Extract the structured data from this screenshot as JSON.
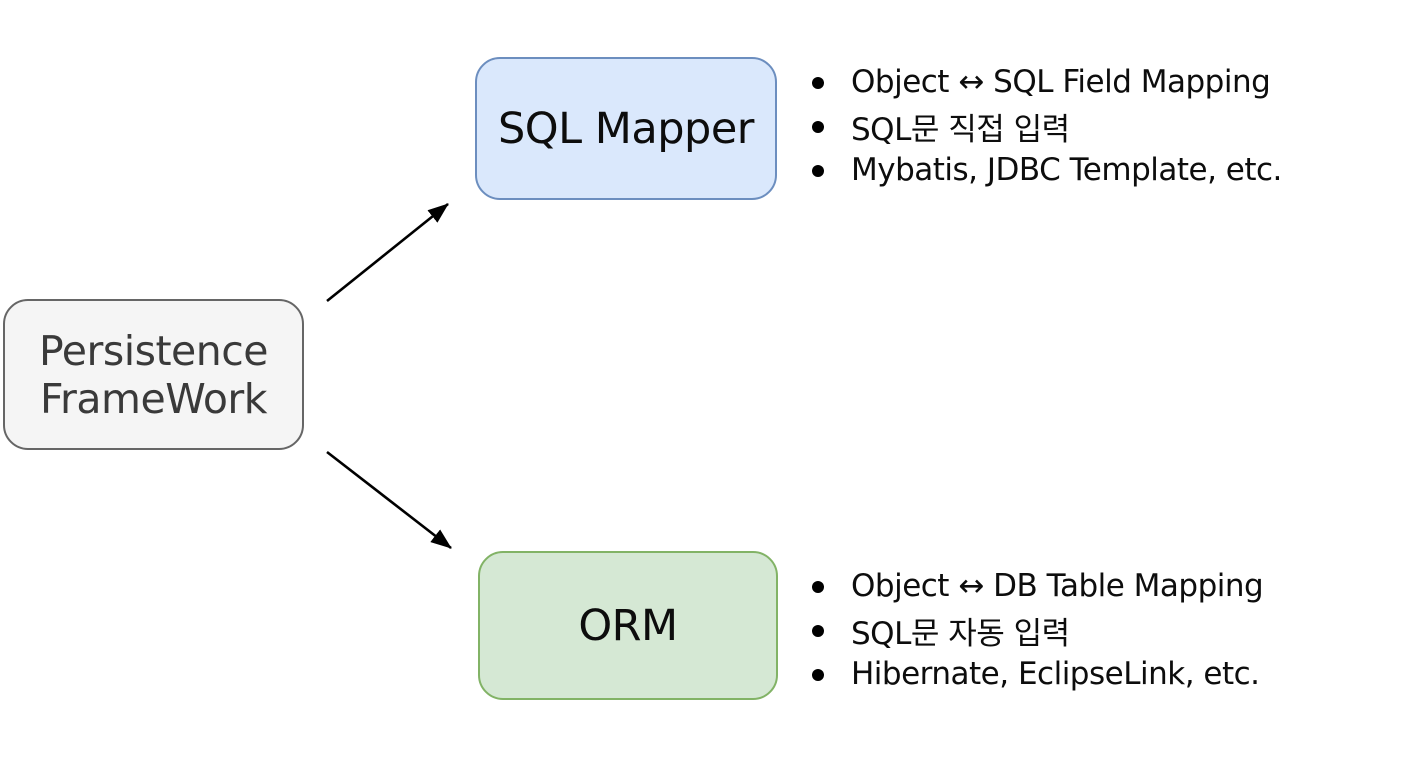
{
  "diagram": {
    "root": {
      "label": "Persistence FrameWork",
      "label_lines": [
        "Persistence",
        "FrameWork"
      ],
      "fill": "#f5f5f5",
      "stroke": "#666666"
    },
    "branches": [
      {
        "label": "SQL Mapper",
        "fill": "#dae8fc",
        "stroke": "#6c8ebf",
        "bullets": [
          "Object ↔ SQL Field Mapping",
          "SQL문 직접 입력",
          "Mybatis, JDBC Template, etc."
        ]
      },
      {
        "label": "ORM",
        "fill": "#d5e8d4",
        "stroke": "#82b366",
        "bullets": [
          "Object ↔ DB Table Mapping",
          "SQL문 자동 입력",
          "Hibernate, EclipseLink, etc."
        ]
      }
    ],
    "arrow_color": "#000000",
    "text_color": "#0d0d0d",
    "background": "#ffffff"
  }
}
